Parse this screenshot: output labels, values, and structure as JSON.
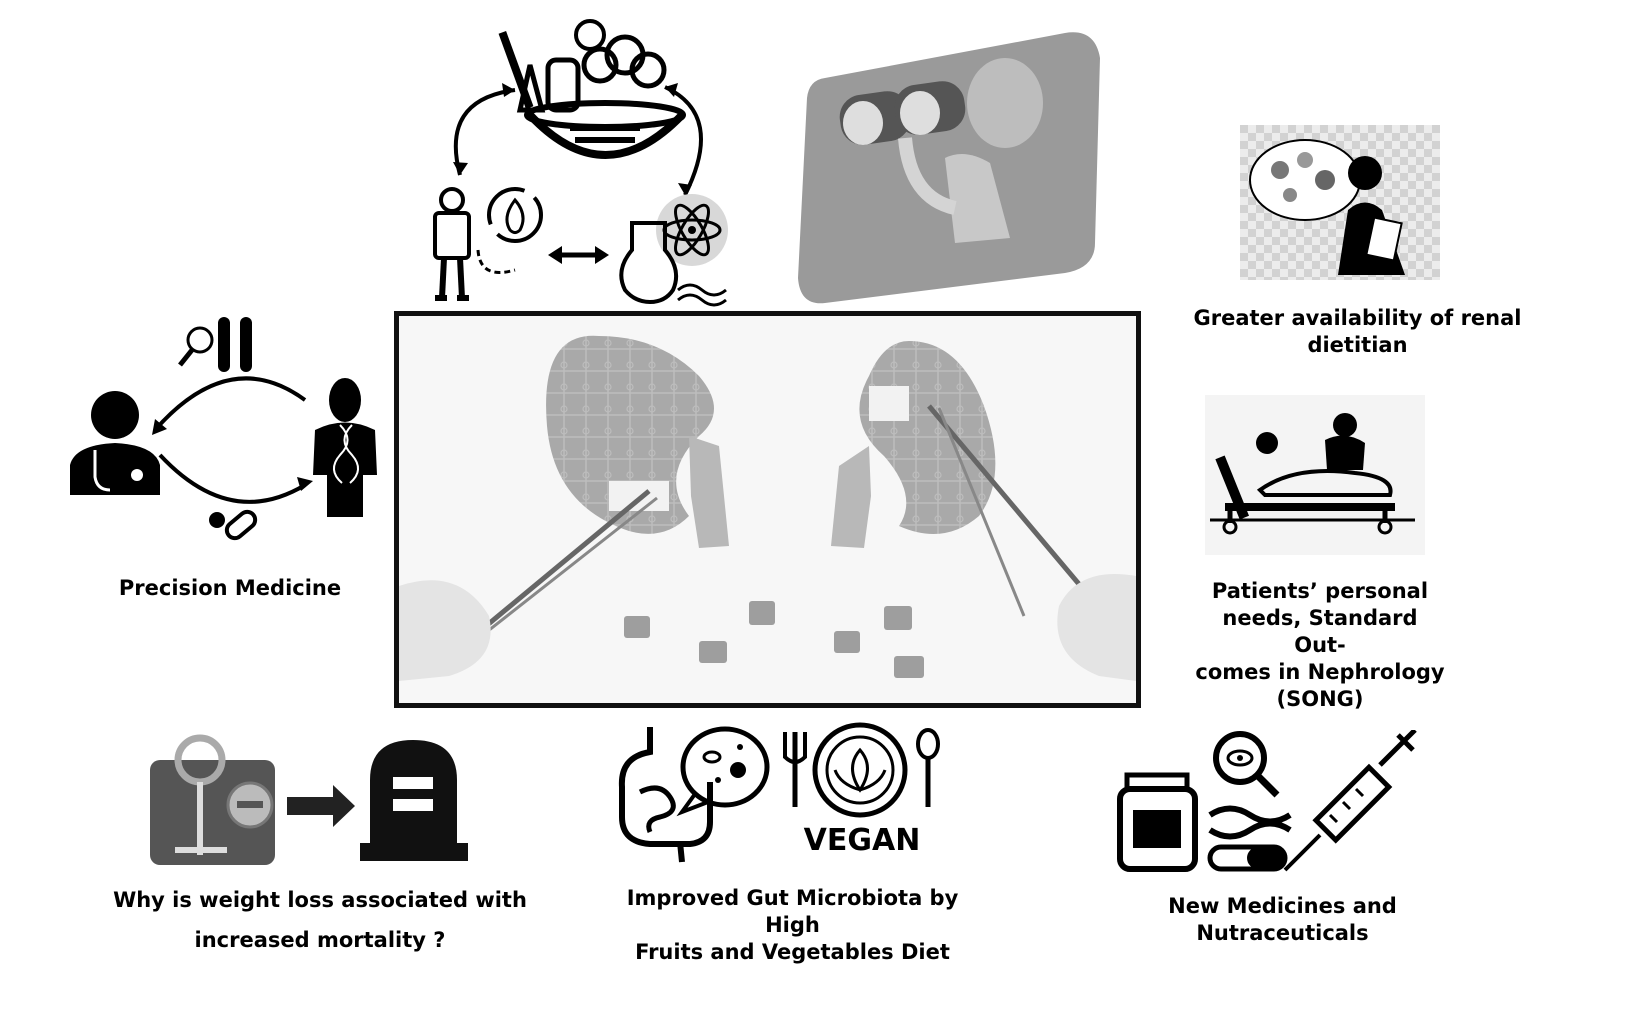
{
  "captions": {
    "precision_medicine": "Precision Medicine",
    "renal_dietitian": [
      "Greater availability of renal",
      "dietitian"
    ],
    "patients_needs": [
      "Patients’ personal",
      "needs, Standard Out-",
      "comes in Nephrology",
      "(SONG)"
    ],
    "weight_loss": [
      "Why is weight loss associated with",
      "increased  mortality ?"
    ],
    "gut_microbiota": [
      "Improved Gut Microbiota by High",
      "Fruits and Vegetables Diet"
    ],
    "new_medicines": [
      "New Medicines and",
      "Nutraceuticals"
    ]
  },
  "icon_labels": {
    "vegan": "VEGAN"
  },
  "colors": {
    "ink": "#000000",
    "frame": "#111111",
    "grey_panel": "#9a9a9a",
    "kidney": "#a8a8a8"
  }
}
